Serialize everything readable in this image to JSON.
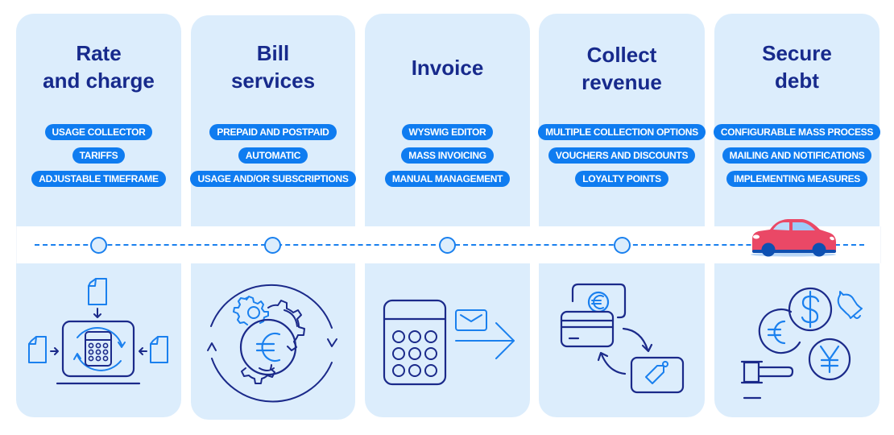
{
  "diagram": {
    "stages": [
      {
        "title_line1": "Rate",
        "title_line2": "and charge",
        "tags": [
          "USAGE COLLECTOR",
          "TARIFFS",
          "ADJUSTABLE TIMEFRAME"
        ],
        "icon": "calculator-laptop-icon"
      },
      {
        "title_line1": "Bill",
        "title_line2": "services",
        "tags": [
          "PREPAID AND POSTPAID",
          "AUTOMATIC",
          "USAGE AND/OR SUBSCRIPTIONS"
        ],
        "icon": "euro-gears-cycle-icon"
      },
      {
        "title_line1": "Invoice",
        "title_line2": "",
        "tags": [
          "WYSWIG EDITOR",
          "MASS INVOICING",
          "MANUAL MANAGEMENT"
        ],
        "icon": "calculator-mail-send-icon"
      },
      {
        "title_line1": "Collect",
        "title_line2": "revenue",
        "tags": [
          "MULTIPLE COLLECTION OPTIONS",
          "VOUCHERS AND DISCOUNTS",
          "LOYALTY POINTS"
        ],
        "icon": "card-voucher-exchange-icon"
      },
      {
        "title_line1": "Secure",
        "title_line2": "debt",
        "tags": [
          "CONFIGURABLE MASS PROCESS",
          "MAILING AND NOTIFICATIONS",
          "IMPLEMENTING MEASURES"
        ],
        "icon": "currency-gavel-bell-icon"
      }
    ],
    "timeline": {
      "current_stage": 5,
      "marker": "car-icon"
    },
    "colors": {
      "card_bg": "#dcedfc",
      "title": "#172a8c",
      "tag_bg": "#0f7cf0",
      "tag_text": "#ffffff",
      "line": "#1a80ee",
      "icon_dark": "#1b2a8a",
      "icon_light": "#1a80ee",
      "car": "#ea4866"
    }
  }
}
